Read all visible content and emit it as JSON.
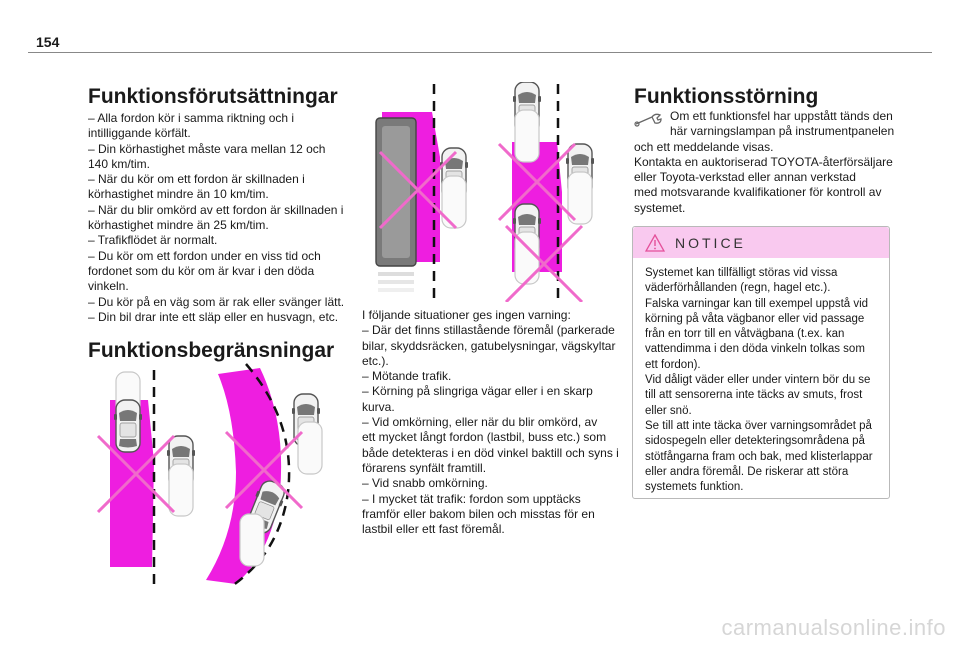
{
  "page_number": "154",
  "col1": {
    "heading": "Funktionsförutsättningar",
    "lines": [
      "– Alla fordon kör i samma riktning och i",
      "intilliggande körfält.",
      "– Din körhastighet måste vara mellan 12 och",
      "140 km/tim.",
      "– När du kör om ett fordon är skillnaden i",
      "körhastighet mindre än 10 km/tim.",
      "– När du blir omkörd av ett fordon är skillnaden i",
      "körhastighet mindre än 25 km/tim.",
      "– Trafikflödet är normalt.",
      "– Du kör om ett fordon under en viss tid och",
      "fordonet som du kör om är kvar i den döda",
      "vinkeln.",
      "– Du kör på en väg som är rak eller svänger lätt.",
      "– Din bil drar inte ett släp eller en husvagn, etc."
    ],
    "heading2": "Funktionsbegränsningar"
  },
  "col2": {
    "lines": [
      "I följande situationer ges ingen varning:",
      "– Där det finns stillastående föremål (parkerade",
      "bilar, skyddsräcken, gatubelysningar, vägskyltar",
      "etc.).",
      "– Mötande trafik.",
      "– Körning på slingriga vägar eller i en skarp",
      "kurva.",
      "– Vid omkörning, eller när du blir omkörd, av",
      "ett mycket långt fordon (lastbil, buss etc.) som",
      "både detekteras i en död vinkel baktill och syns i",
      "förarens synfält framtill.",
      "– Vid snabb omkörning.",
      "– I mycket tät trafik: fordon som upptäcks",
      "framför eller bakom bilen och misstas för en",
      "lastbil eller ett fast föremål."
    ]
  },
  "col3": {
    "heading": "Funktionsstörning",
    "icon": "wrench-icon",
    "first_lines": [
      "Om ett funktionsfel har uppstått tänds den",
      "här varningslampan på instrumentpanelen"
    ],
    "lines": [
      "och ett meddelande visas.",
      "Kontakta en auktoriserad TOYOTA-återförsäljare",
      "eller Toyota-verkstad eller annan verkstad",
      "med motsvarande kvalifikationer för kontroll av",
      "systemet."
    ],
    "notice": {
      "title": "NOTICE",
      "icon": "warning-triangle-icon",
      "lines": [
        "Systemet kan tillfälligt störas vid vissa",
        "väderförhållanden (regn, hagel etc.).",
        "Falska varningar kan till exempel uppstå vid",
        "körning på våta vägbanor eller vid passage",
        "från en torr till en våtvägbana (t.ex. kan",
        "vattendimma i den döda vinkeln tolkas som",
        "ett fordon).",
        "Vid dåligt väder eller under vintern bör du se",
        "till att sensorerna inte täcks av smuts, frost",
        "eller snö.",
        "Se till att inte täcka över varningsområdet på",
        "sidospegeln eller detekteringsområdena på",
        "stötfångarna fram och bak, med klisterlappar",
        "eller andra föremål. De riskerar att störa",
        "systemets funktion."
      ]
    }
  },
  "colors": {
    "magenta": "#ee1ee0",
    "cross": "#f06acb",
    "notice_bg": "#f9c9ef"
  },
  "footer": "carmanualsonline.info"
}
